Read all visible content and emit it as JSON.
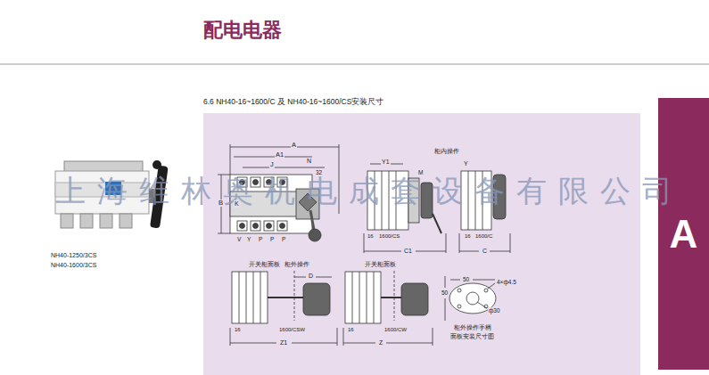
{
  "diagram": {
    "title": "配电电器",
    "nodes": [
      {
        "text": [
          "A"
        ]
      }
    ],
    "labels": [
      "NH40-1250/3CS",
      "NH40-1600/3CS",
      "6.6 NH40-16~1600/C 及 NH40-16~1600/CS安装尺寸",
      "上海维林奥机电成套设备有限公司",
      "A",
      "A1",
      "J",
      "N",
      "32",
      "B",
      "K",
      "V",
      "Y",
      "P",
      "P",
      "P",
      "Y1",
      "柜内操作",
      "M",
      "Y",
      "16",
      "1600/CS",
      "C1",
      "16",
      "1600/C",
      "C",
      "开关柜面板",
      "柜外操作",
      "D",
      "16",
      "1600/CSW",
      "Z1",
      "开关柜面板",
      "16",
      "1600/CW",
      "Z",
      "50",
      "4×ф4.5",
      "50",
      "ф30",
      "柜外操作手柄",
      "面板安装尺寸图"
    ]
  }
}
